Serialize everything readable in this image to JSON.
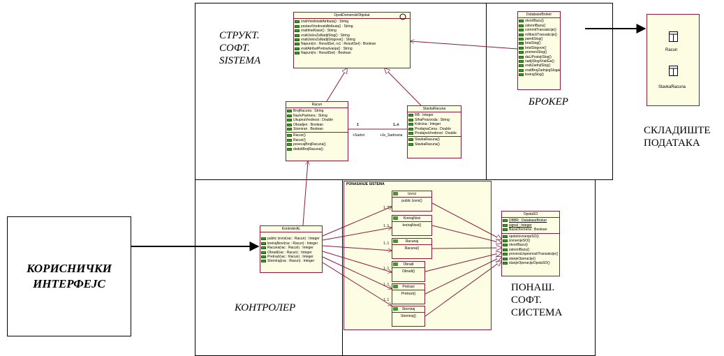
{
  "labels": {
    "struct": [
      "СТРУКТ.",
      "СОФТ.",
      "SISTEMA"
    ],
    "broker": "БРОКЕР",
    "storage": [
      "СКЛАДИШТЕ",
      "ПОДАТАКА"
    ],
    "ui": [
      "КОРИСНИЧКИ",
      "ИНТЕРФЕЈС"
    ],
    "controller": "КОНТРОЛЕР",
    "behavior": [
      "ПОНАШ.",
      "СОФТ.",
      "СИСТЕМА"
    ],
    "behavior_package": "PONASANJE SISTEMA"
  },
  "opsti_domenski": {
    "name": "OpstiDomenskiObjekat",
    "ops": [
      "vratiVrednostiAtributa() : String",
      "postaviVrednostiAtributa() : String",
      "vratiImeKlase() : String",
      "vratiUslovZaNadjiSlog() : String",
      "vratiUslovZaNadjiSlogove() : String",
      "Napuni(rs : ResultSet, rs1 : ResultSet) : Boolean",
      "vratiAtributPretrazivanja() : String",
      "Napuni(rs : ResultSet) : Boolean"
    ]
  },
  "racun": {
    "name": "Racun",
    "attrs": [
      "BrojRacuna : String",
      "NazivPartnera : String",
      "UkupnaVrednost : Double",
      "Obradjen : Boolean",
      "Storniran : Boolean"
    ],
    "ops": [
      "Racun()",
      "Racun()",
      "povecajBrojRacuna()",
      "dodeliBrojRacuna()"
    ]
  },
  "stavka": {
    "name": "StavkaRacuna",
    "attrs": [
      "RB : Integer",
      "SifraProizvoda : String",
      "Kolicina : Integer",
      "ProdajnaCena : Double",
      "ProdajnaVrednost : Double"
    ],
    "ops": [
      "StavkaRacuna()",
      "StavkaRacuna()"
    ]
  },
  "assoc": {
    "one": "1",
    "many": "1..n",
    "left_role": "+Sadrzi",
    "right_role": "+Je_Sadrzana"
  },
  "broker_class": {
    "name": "DatabaseBroker",
    "ops": [
      "otvoriBazu()",
      "zatvoriBazu()",
      "commitTransakcije()",
      "rollbackTransakcije()",
      "pamtiSlog()",
      "brisiSlog()",
      "brisiSlogove()",
      "promeniSlog()",
      "daLiPostojiSlog()",
      "nadjiSlogiVratiGa()",
      "vratiZadnjiSlog()",
      "vratiBrojZadnjegSloga()",
      "kreirajSlog()"
    ]
  },
  "storage_tables": [
    "Racun",
    "StavkaRacuna"
  ],
  "kontroler": {
    "name": "KontrolerAL",
    "ops": [
      "public Izvrsi(rac : Racun) : Integer",
      "kreirajNovi(rac : Racun) : Integer",
      "Racuna(rac : Racun) : Integer",
      "Obradi(rac : Racun) : Integer",
      "Pretrazi(rac : Racun) : Integer",
      "Storniraj(rac : Racun) : Integer"
    ]
  },
  "so_boxes": [
    {
      "name": "Izvrsi",
      "op": "public Izvrsi()"
    },
    {
      "name": "KreirajNovi",
      "op": "kreirajNovi()"
    },
    {
      "name": "Racunaj",
      "op": "Racuna()"
    },
    {
      "name": "Obradi",
      "op": "Obradi()"
    },
    {
      "name": "Pretrazi",
      "op": "Pretrazi()"
    },
    {
      "name": "Storniraj",
      "op": "Storniraj()"
    }
  ],
  "mult": "1..1",
  "opsta_so": {
    "name": "OpstaSO",
    "attrs": [
      "DBBR : DatabaseBroker",
      "signal : Integer",
      "BazaOtvorena : Boolean"
    ],
    "ops": [
      "opsteIzvrsenjeSO()",
      "izvrsenjeSO()",
      "otvoriBazu()",
      "zatvoriBazu()",
      "proveraUspesnostiTransakcije()",
      "stanjeOperacije()",
      "stanjeOperacijeOpstaSO()"
    ]
  }
}
